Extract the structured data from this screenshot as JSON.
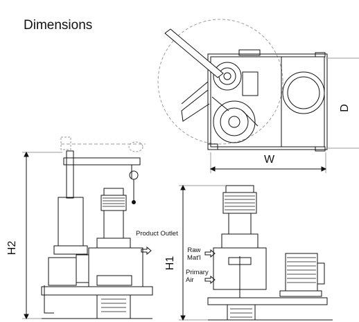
{
  "title": "Dimensions",
  "dimensions": {
    "width": "W",
    "depth": "D",
    "height_1": "H1",
    "height_2": "H2"
  },
  "callouts": {
    "product_outlet": "Product Outlet",
    "raw_material": [
      "Raw",
      "Mat'l"
    ],
    "primary_air": [
      "Primary",
      "Air"
    ]
  },
  "colors": {
    "ink": "#111111",
    "guide": "#9a9a9a"
  }
}
